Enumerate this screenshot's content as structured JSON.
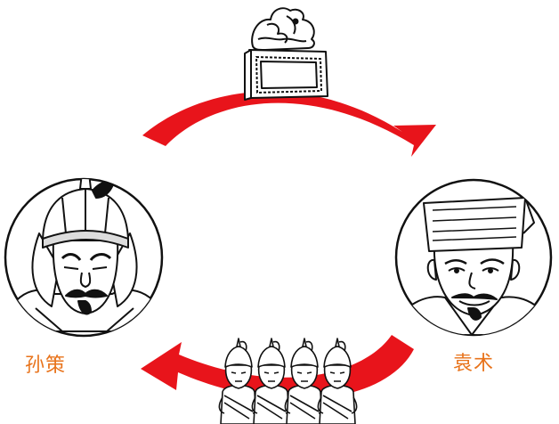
{
  "nodes": {
    "left": {
      "name": "孙策",
      "icon": "armored-general-portrait"
    },
    "right": {
      "name": "袁术",
      "icon": "official-scholar-portrait"
    },
    "top": {
      "icon": "imperial-jade-seal"
    },
    "bottom": {
      "icon": "soldier-squad"
    }
  },
  "colors": {
    "arrow": "#e8141b",
    "label": "#e8731b",
    "ink": "#111111"
  }
}
